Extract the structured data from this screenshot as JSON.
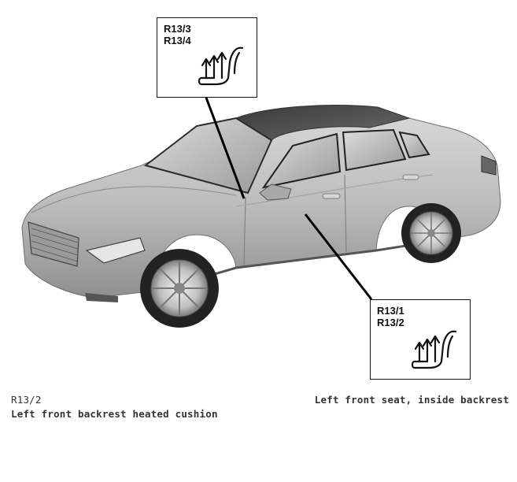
{
  "callout_top": {
    "codes": [
      "R13/3",
      "R13/4"
    ],
    "icon": "seat-backrest-heating-icon"
  },
  "callout_bottom": {
    "codes": [
      "R13/1",
      "R13/2"
    ],
    "icon": "seat-backrest-heating-icon"
  },
  "caption_left": {
    "code": "R13/2",
    "description": "Left front backrest heated cushion"
  },
  "caption_right": {
    "location": "Left front seat, inside backrest"
  }
}
